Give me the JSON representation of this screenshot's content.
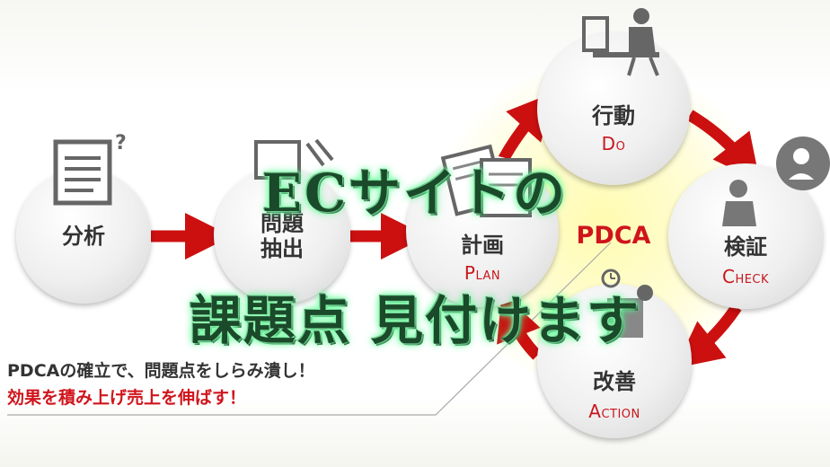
{
  "overlay": {
    "line1": "ECサイトの",
    "line2": "課題点 見付けます"
  },
  "diagram": {
    "center_label": "PDCA",
    "nodes": {
      "analysis": {
        "label": "分析"
      },
      "problem": {
        "label_line1": "問題",
        "label_line2": "抽出"
      },
      "plan": {
        "label": "計画",
        "sub_initial": "P",
        "sub_rest": "LAN"
      },
      "do": {
        "label": "行動",
        "sub_initial": "D",
        "sub_rest": "O"
      },
      "check": {
        "label": "検証",
        "sub_initial": "C",
        "sub_rest": "HECK"
      },
      "action": {
        "label": "改善",
        "sub_initial": "A",
        "sub_rest": "CTION"
      }
    }
  },
  "caption": {
    "line1": "PDCAの確立で、問題点をしらみ潰し！",
    "line2": "効果を積み上げ売上を伸ばす！"
  },
  "colors": {
    "accent": "#d0141c",
    "arrow": "#cc1010",
    "icon": "#666666"
  }
}
